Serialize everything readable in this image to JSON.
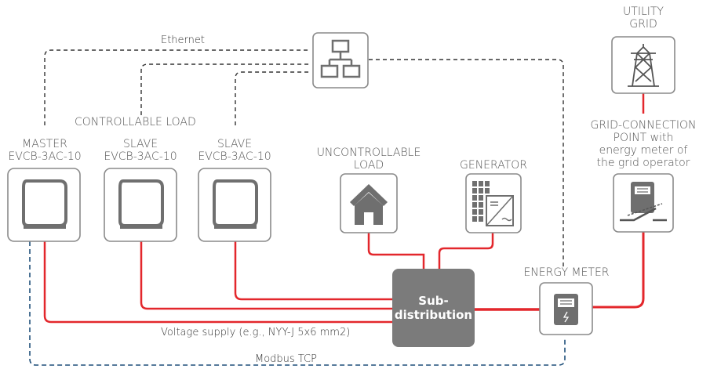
{
  "labels": {
    "utility_grid_line1": "UTILITY",
    "utility_grid_line2": "GRID",
    "ethernet": "Ethernet",
    "controllable_load": "CONTROLLABLE LOAD",
    "master_line1": "MASTER",
    "master_line2": "EVCB-3AC-10",
    "slave1_line1": "SLAVE",
    "slave1_line2": "EVCB-3AC-10",
    "slave2_line1": "SLAVE",
    "slave2_line2": "EVCB-3AC-10",
    "uncontrollable_line1": "UNCONTROLLABLE",
    "uncontrollable_line2": "LOAD",
    "generator": "GENERATOR",
    "gcp_line1": "GRID-CONNECTION",
    "gcp_line2": "POINT with",
    "gcp_line3": "energy meter of",
    "gcp_line4": "the grid operator",
    "energy_meter": "ENERGY METER",
    "subdist_line1": "Sub-",
    "subdist_line2": "distribution",
    "voltage_supply": "Voltage supply (e.g., NYY-J 5x6 mm2)",
    "modbus": "Modbus TCP"
  },
  "icons": {
    "network_switch": "network-switch-icon",
    "utility_pylon": "power-pylon-icon",
    "wallbox": "wallbox-icon",
    "house": "house-icon",
    "pv_inverter": "pv-inverter-icon",
    "meter": "energy-meter-icon"
  },
  "colors": {
    "power_line": "#e3272c",
    "network_line": "#333333",
    "modbus_line": "#1f4f7a",
    "box_border": "#8a8a8a",
    "icon_gray": "#6f6f6f",
    "subdistribution": "#7b7b7b"
  }
}
